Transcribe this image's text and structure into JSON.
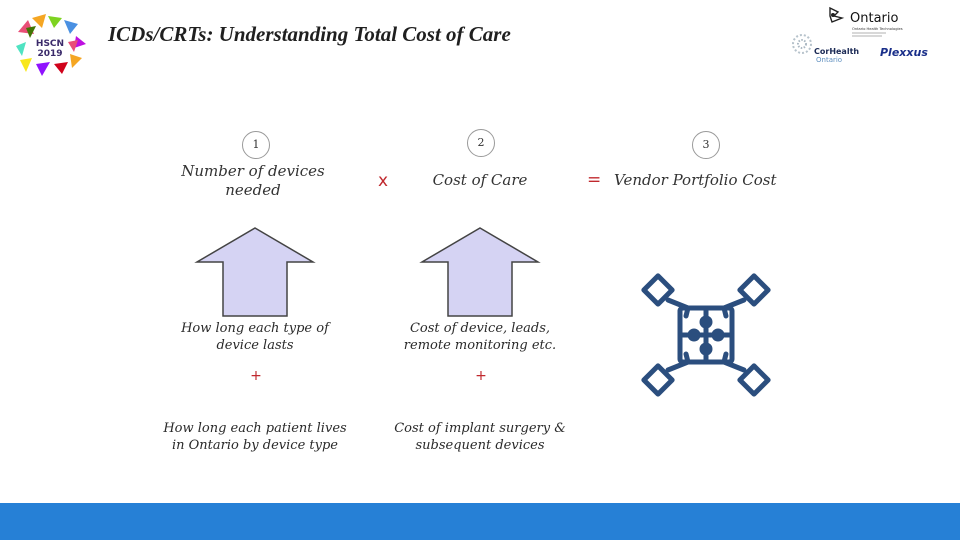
{
  "title": "ICDs/CRTs: Understanding Total Cost of Care",
  "logos": {
    "hscn": {
      "line1": "HSCN",
      "line2": "2019"
    },
    "ontario": {
      "name": "Ontario",
      "sub": "Ontario Health Technologies"
    },
    "corhealth": {
      "name": "CorHealth",
      "sub": "Ontario"
    },
    "plexxus": {
      "name": "Plexxus"
    }
  },
  "equation": {
    "term1": {
      "number": "1",
      "label": "Number of devices needed"
    },
    "times": "x",
    "term2": {
      "number": "2",
      "label": "Cost of Care"
    },
    "equals": "=",
    "term3": {
      "number": "3",
      "label": "Vendor Portfolio Cost"
    }
  },
  "columns": {
    "left": {
      "first": "How long each type of device lasts",
      "plus": "+",
      "second": "How long each patient lives in Ontario by device type"
    },
    "middle": {
      "first": "Cost of device, leads, remote monitoring etc.",
      "plus": "+",
      "second": "Cost of implant surgery & subsequent devices"
    }
  },
  "colors": {
    "arrow_fill": "#d5d3f3",
    "arrow_stroke": "#444444",
    "accent_red": "#c0282d",
    "footer": "#2680d6",
    "icon_blue": "#2b4e7e"
  },
  "icons": {
    "arrows": "up-arrow-icon",
    "right": "hands-puzzle-icon"
  }
}
